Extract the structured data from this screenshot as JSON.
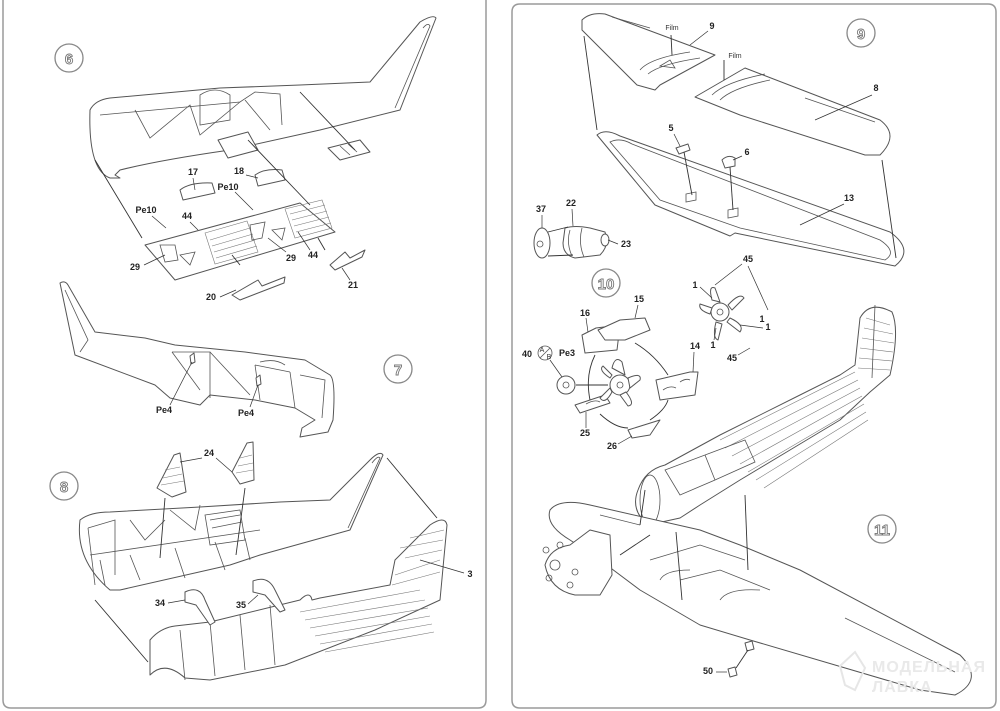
{
  "document": {
    "type": "model kit assembly instructions",
    "pages": [
      {
        "side": "left",
        "steps": [
          {
            "number": "6",
            "labels": [
              "17",
              "18",
              "Pe10",
              "Pe10",
              "44",
              "44",
              "29",
              "29",
              "20",
              "21"
            ]
          },
          {
            "number": "7",
            "labels": [
              "Pe4",
              "Pe4"
            ]
          },
          {
            "number": "8",
            "labels": [
              "24",
              "3",
              "34",
              "35"
            ]
          }
        ]
      },
      {
        "side": "right",
        "steps": [
          {
            "number": "9",
            "labels": [
              "Film",
              "9",
              "Film",
              "8",
              "5",
              "6",
              "13",
              "37",
              "22",
              "23"
            ]
          },
          {
            "number": "10",
            "labels": [
              "15",
              "16",
              "40",
              "A",
              "B",
              "Pe3",
              "14",
              "25",
              "26",
              "45",
              "45",
              "1",
              "1",
              "1",
              "1"
            ]
          },
          {
            "number": "11",
            "labels": [
              "50"
            ]
          }
        ]
      }
    ],
    "watermark": {
      "line1": "МОДЕЛЬНАЯ",
      "line2": "ЛАВКА"
    },
    "colors": {
      "line": "#555555",
      "frame": "#9a9a9a",
      "background": "#ffffff"
    }
  }
}
